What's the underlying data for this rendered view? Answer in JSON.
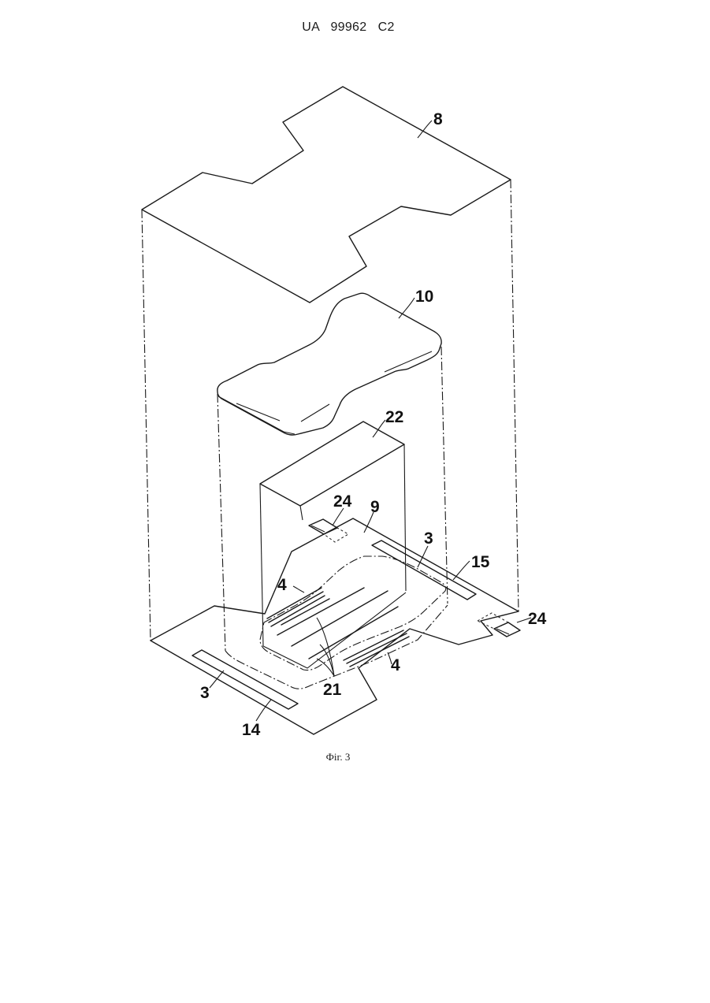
{
  "header": {
    "patent_number": "UA   99962   C2"
  },
  "figure": {
    "labels": {
      "top_sheet": "8",
      "pad_upper": "10",
      "block": "22",
      "tab_upper": "24",
      "base_sheet": "9",
      "strip_right_upper": "3",
      "edge_right": "15",
      "elastic_left": "4",
      "tab_right": "24",
      "elastic_front": "4",
      "leak_lines": "21",
      "strip_left_lower": "3",
      "edge_left": "14"
    },
    "caption": "Фіг. 3"
  }
}
